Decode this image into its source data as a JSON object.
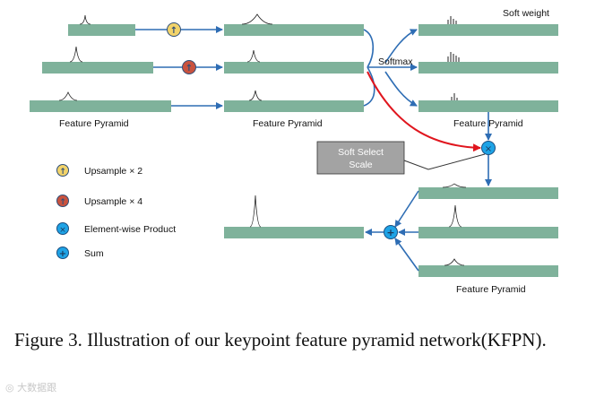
{
  "labels": {
    "soft_weight": "Soft weight",
    "softmax": "Softmax",
    "pyramid_left": "Feature Pyramid",
    "pyramid_mid": "Feature Pyramid",
    "pyramid_right_top": "Feature Pyramid",
    "pyramid_right_bottom": "Feature Pyramid",
    "soft_select_line1": "Soft Select",
    "soft_select_line2": "Scale"
  },
  "legend": [
    {
      "symbol": "↑",
      "label": "Upsample × 2",
      "icon": "upsample-x2-icon"
    },
    {
      "symbol": "↑",
      "label": "Upsample × 4",
      "icon": "upsample-x4-icon"
    },
    {
      "symbol": "×",
      "label": "Element-wise Product",
      "icon": "product-icon"
    },
    {
      "symbol": "+",
      "label": "Sum",
      "icon": "sum-icon"
    }
  ],
  "node_symbols": {
    "up2": "↑",
    "up4": "↑",
    "product": "×",
    "sum": "+"
  },
  "caption": "Figure 3. Illustration of our keypoint feature pyramid network(KFPN).",
  "watermark": "◎ 大数据跟",
  "colors": {
    "bar": "#7fb29b",
    "arrow": "#2e6db4",
    "red_arrow": "#e0161e",
    "up2_fill": "#f2d36a",
    "up4_fill": "#c9523e",
    "op_fill": "#1ea3e6",
    "soft_box": "#a3a3a3"
  }
}
